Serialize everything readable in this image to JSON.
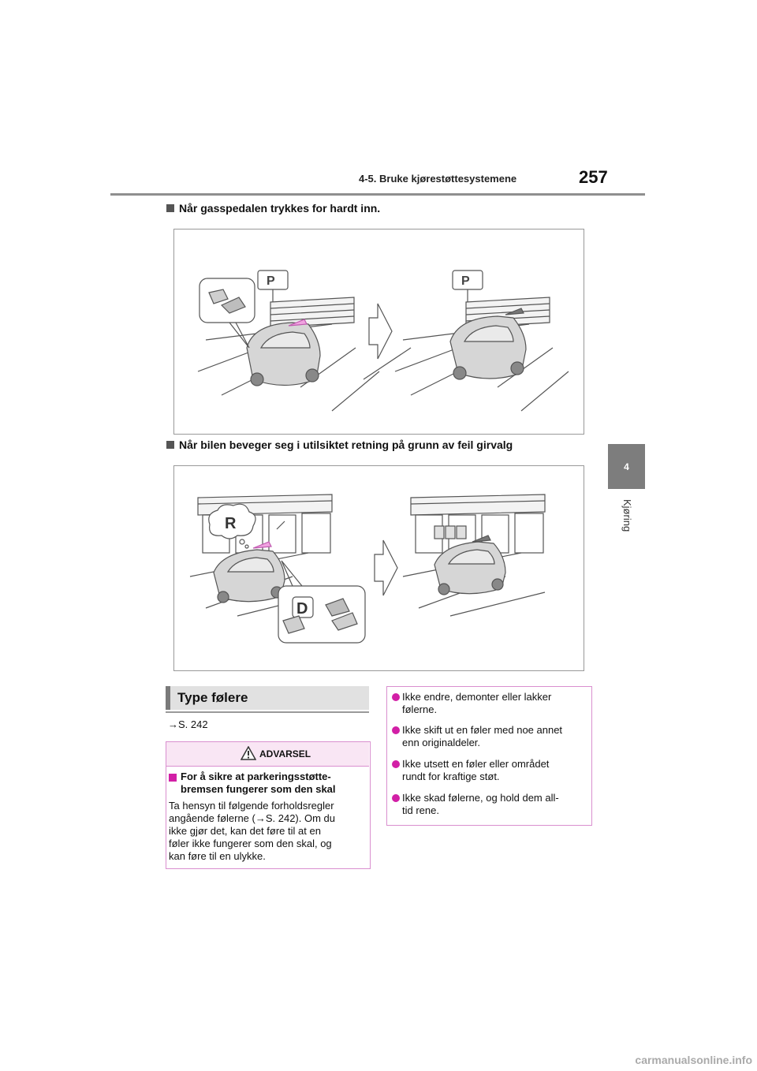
{
  "header": {
    "section": "4-5. Bruke kjørestøttesystemene",
    "page_number": "257"
  },
  "side_tab": {
    "chapter_number": "4",
    "chapter_label": "Kjøring"
  },
  "section1": {
    "heading": "Når gasspedalen trykkes for hardt inn."
  },
  "section2": {
    "heading": "Når bilen beveger seg i utilsiktet retning på grunn av feil girvalg"
  },
  "figure1": {
    "sign_letter": "P"
  },
  "figure2": {
    "gear_r": "R",
    "gear_d": "D"
  },
  "sensors": {
    "heading": "Type følere",
    "reference": "→S. 242",
    "warning": {
      "label": "ADVARSEL",
      "subheading": "For å sikre at parkeringsstøtte-bremsen fungerer som den skal",
      "subheading_line1": "For å sikre at parkeringsstøtte-",
      "subheading_line2": "bremsen fungerer som den skal",
      "body_lines": [
        "Ta hensyn til følgende forholdsregler",
        "angående følerne (→S. 242). Om du",
        "ikke gjør det, kan det føre til at en",
        "føler ikke fungerer som den skal, og",
        "kan føre til en ulykke."
      ]
    },
    "bullets": [
      {
        "line1": "Ikke endre, demonter eller lakker",
        "line2": "følerne."
      },
      {
        "line1": "Ikke skift ut en føler med noe annet",
        "line2": "enn originaldeler."
      },
      {
        "line1": "Ikke utsett en føler eller området",
        "line2": "rundt for kraftige støt."
      },
      {
        "line1": "Ikke skad følerne, og hold dem all-",
        "line2": "tid rene."
      }
    ]
  },
  "footer": {
    "watermark": "carmanualsonline.info"
  }
}
